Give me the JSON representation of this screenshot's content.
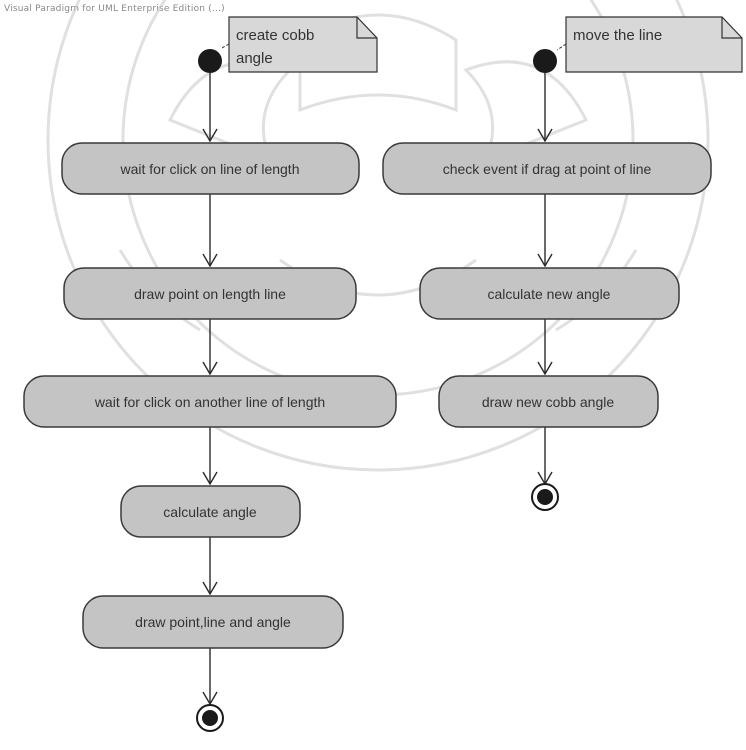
{
  "header": {
    "text": "Visual Paradigm for UML Enterprise Edition (...)"
  },
  "notes": {
    "left": {
      "line1": "create cobb",
      "line2": "angle"
    },
    "right": {
      "line1": "move the line"
    }
  },
  "left_flow": {
    "step1": "wait for click on line of length",
    "step2": "draw point on length line",
    "step3": "wait for click on another line of length",
    "step4": "calculate angle",
    "step5": "draw point,line and angle"
  },
  "right_flow": {
    "step1": "check event if drag at point of line",
    "step2": "calculate new angle",
    "step3": "draw new cobb angle"
  },
  "colors": {
    "node_fill": "#c4c4c4",
    "node_stroke": "#3a3a3a",
    "note_fill": "#d8d8d8",
    "start": "#1a1a1a",
    "edge": "#2a2a2a",
    "watermark": "#bbbbbb"
  }
}
